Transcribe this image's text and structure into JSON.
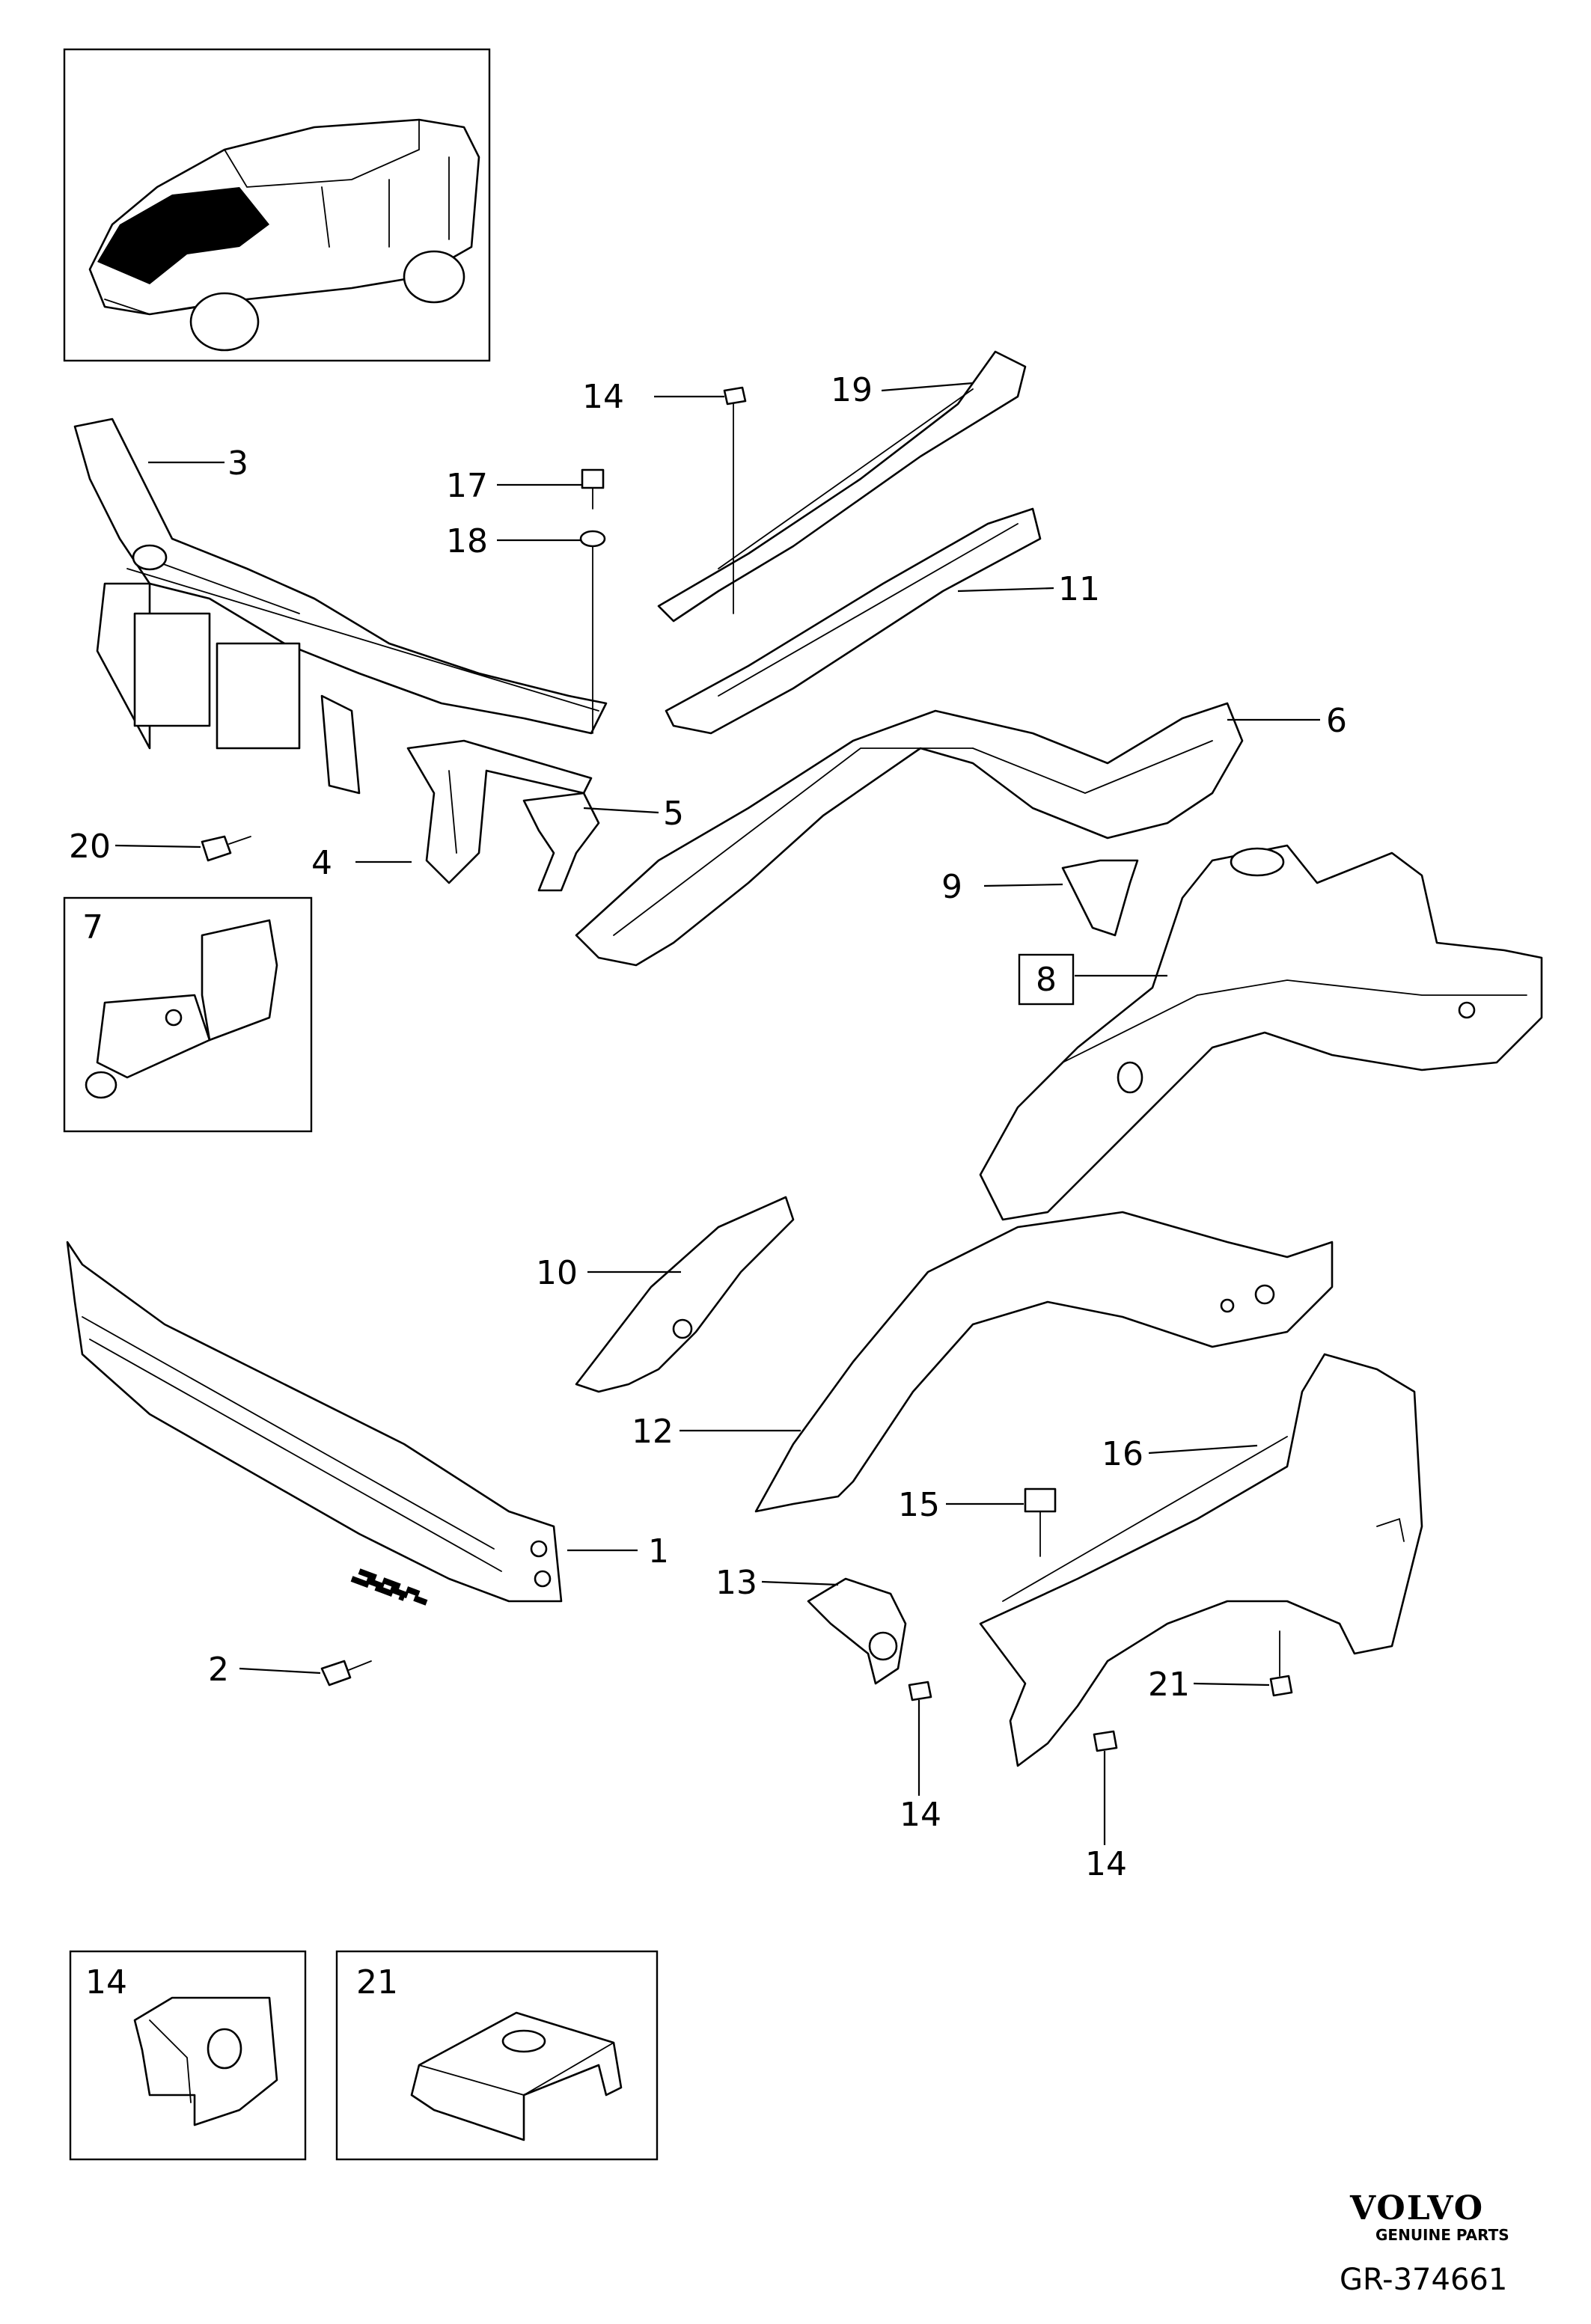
{
  "callouts": {
    "c1": "1",
    "c2": "2",
    "c3": "3",
    "c4": "4",
    "c5": "5",
    "c6": "6",
    "c7": "7",
    "c8": "8",
    "c9": "9",
    "c10": "10",
    "c11": "11",
    "c12": "12",
    "c13": "13",
    "c14a": "14",
    "c14b": "14",
    "c14c": "14",
    "c15": "15",
    "c16": "16",
    "c17": "17",
    "c18": "18",
    "c19": "19",
    "c20": "20",
    "c21": "21"
  },
  "insets": {
    "clip_nut_label": "14",
    "u_nut_label": "21"
  },
  "footer": {
    "brand": "VOLVO",
    "brand_sub": "GENUINE PARTS",
    "drawing_ref": "GR-374661"
  }
}
